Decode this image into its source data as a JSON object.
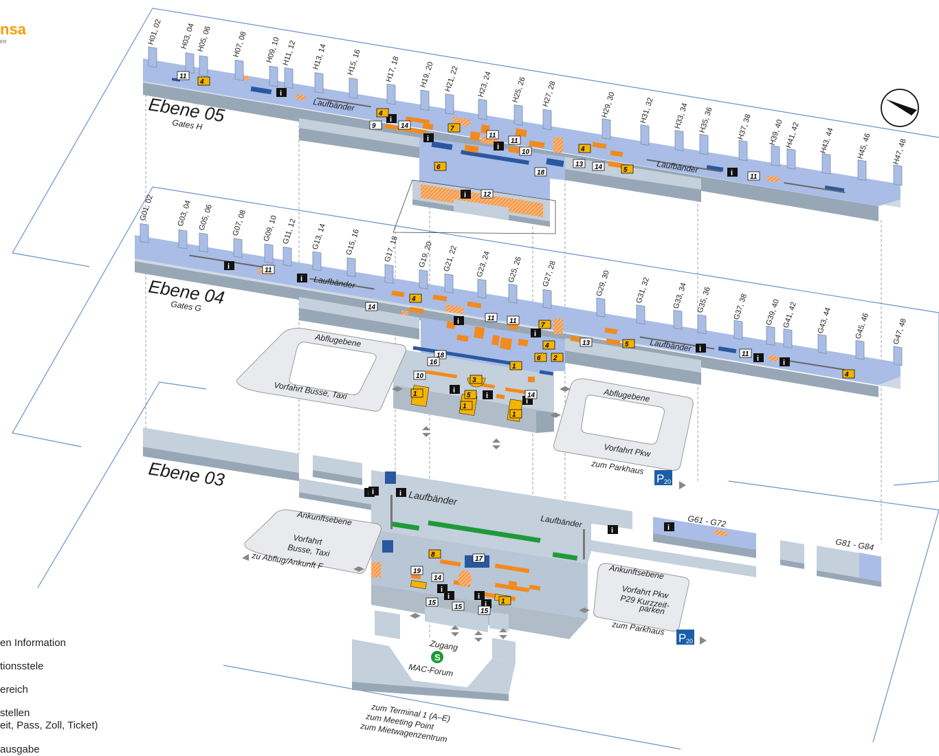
{
  "logo": {
    "brand": "nsa",
    "sub": "ER"
  },
  "levels": {
    "l05": {
      "title": "Ebene 05",
      "subtitle": "Gates H"
    },
    "l04": {
      "title": "Ebene 04",
      "subtitle": "Gates G"
    },
    "l03": {
      "title": "Ebene 03"
    }
  },
  "gates_h": [
    "H01, 02",
    "H03, 04",
    "H05, 06",
    "H07, 08",
    "H09, 10",
    "H11, 12",
    "H13, 14",
    "H15, 16",
    "H17, 18",
    "H19, 20",
    "H21, 22",
    "H23, 24",
    "H25, 26",
    "H27, 28",
    "H29, 30",
    "H31, 32",
    "H33, 34",
    "H35, 36",
    "H37, 38",
    "H39, 40",
    "H41, 42",
    "H43, 44",
    "H45, 46",
    "H47, 48"
  ],
  "gates_g": [
    "G01, 02",
    "G03, 04",
    "G05, 06",
    "G07, 08",
    "G09, 10",
    "G11, 12",
    "G13, 14",
    "G15, 16",
    "G17, 18",
    "G19, 20",
    "G21, 22",
    "G23, 24",
    "G25, 26",
    "G27, 28",
    "G29, 30",
    "G31, 32",
    "G33, 34",
    "G35, 36",
    "G37, 38",
    "G39, 40",
    "G41, 42",
    "G43, 44",
    "G45, 46",
    "G47, 48"
  ],
  "labels": {
    "laufbaender": "Laufbänder",
    "abflugebene": "Abflugebene",
    "ankunftsebene": "Ankunftsebene",
    "vorfahrt_busse_taxi": "Vorfahrt Busse, Taxi",
    "vorfahrt_pkw": "Vorfahrt Pkw",
    "zum_parkhaus": "zum Parkhaus",
    "parkhaus_sign": "P",
    "parkhaus_num": "20",
    "vorfahrt": "Vorfahrt",
    "busse_taxi": "Busse, Taxi",
    "zu_abflug": "zu Abflug/Ankunft F",
    "vorfahrt_pkw2": "Vorfahrt Pkw",
    "p29": "P29 Kurzzeit-",
    "parken": "parken",
    "zugang": "Zugang",
    "sbahn": "S",
    "mac_forum": "MAC-Forum",
    "terminal1": "zum Terminal 1 (A–E)",
    "meeting_point": "zum Meeting Point",
    "mietwagen": "zum Mietwagenzentrum",
    "g61": "G61 - G72",
    "g81": "G81 - G84",
    "info": "i"
  },
  "legend": [
    "en Information",
    "tionsstele",
    "ereich",
    "stellen",
    "eit, Pass, Zoll, Ticket)",
    "ausgabe"
  ],
  "colors": {
    "floor": "#a9bde6",
    "wall": "#b8c6d6",
    "shop": "#f28a1e",
    "service": "#f5b400",
    "transit": "#2a58a0",
    "green": "#1e9a3a",
    "info": "#111111"
  }
}
